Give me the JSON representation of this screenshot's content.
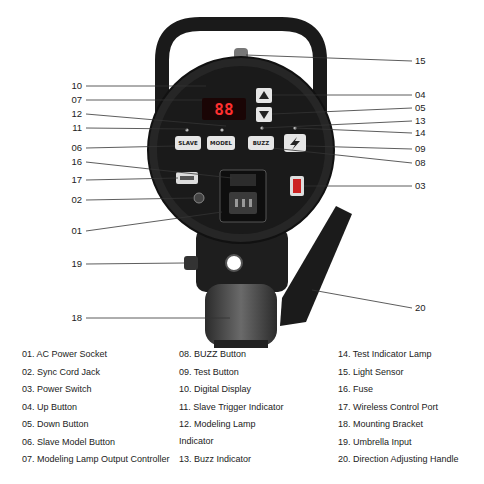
{
  "diagram": {
    "nodes": [
      {
        "text": [
          "88"
        ]
      },
      {
        "text": [
          "SLAVE"
        ]
      },
      {
        "text": [
          "MODEL"
        ]
      },
      {
        "text": [
          "BUZZ"
        ]
      }
    ],
    "labels": [
      "10",
      "07",
      "12",
      "11",
      "06",
      "16",
      "17",
      "02",
      "01",
      "19",
      "18",
      "15",
      "04",
      "05",
      "13",
      "14",
      "09",
      "08",
      "03",
      "20",
      "01. AC Power Socket",
      "02. Sync Cord Jack",
      "03. Power Switch",
      "04. Up Button",
      "05. Down Button",
      "06. Slave Model Button",
      "07. Modeling Lamp Output Controller",
      "08. BUZZ Button",
      "09. Test Button",
      "10. Digital Display",
      "11. Slave Trigger Indicator",
      "12. Modeling Lamp Indicator",
      "13. Buzz Indicator",
      "14. Test Indicator Lamp",
      "15. Light Sensor",
      "16. Fuse",
      "17. Wireless Control Port",
      "18. Mounting Bracket",
      "19. Umbrella Input",
      "20. Direction Adjusting Handle"
    ]
  }
}
